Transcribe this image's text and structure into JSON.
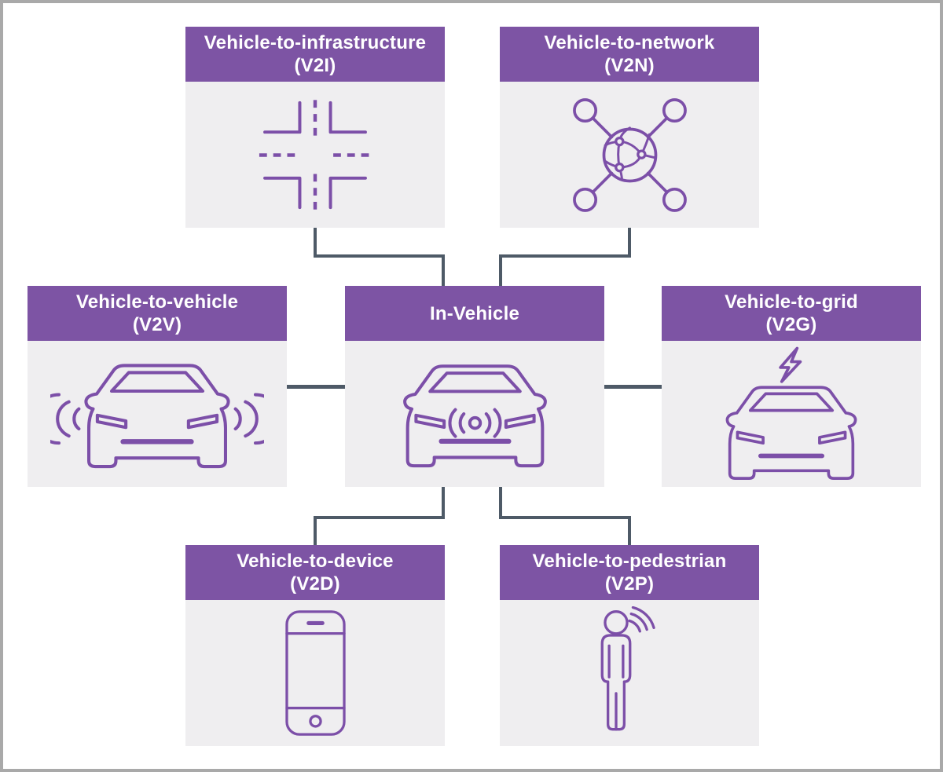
{
  "diagram": {
    "type": "v2x-communication-diagram",
    "colors": {
      "header_bg": "#7d54a4",
      "header_text": "#ffffff",
      "body_bg": "#efeef0",
      "icon_stroke": "#7c4fa8",
      "connector": "#4e5a67",
      "frame_border": "#a9a9a9",
      "page_bg": "#ffffff"
    },
    "nodes": {
      "v2i": {
        "line1": "Vehicle-to-infrastructure",
        "line2": "(V2I)",
        "icon": "road-intersection-icon"
      },
      "v2n": {
        "line1": "Vehicle-to-network",
        "line2": "(V2N)",
        "icon": "network-globe-icon"
      },
      "v2v": {
        "line1": "Vehicle-to-vehicle",
        "line2": "(V2V)",
        "icon": "car-broadcast-icon"
      },
      "invehicle": {
        "line1": "In-Vehicle",
        "line2": "",
        "icon": "connected-car-icon"
      },
      "v2g": {
        "line1": "Vehicle-to-grid",
        "line2": "(V2G)",
        "icon": "car-lightning-icon"
      },
      "v2d": {
        "line1": "Vehicle-to-device",
        "line2": "(V2D)",
        "icon": "smartphone-icon"
      },
      "v2p": {
        "line1": "Vehicle-to-pedestrian",
        "line2": "(V2P)",
        "icon": "pedestrian-broadcast-icon"
      }
    },
    "connections": [
      [
        "v2i",
        "invehicle"
      ],
      [
        "v2n",
        "invehicle"
      ],
      [
        "v2v",
        "invehicle"
      ],
      [
        "v2g",
        "invehicle"
      ],
      [
        "v2d",
        "invehicle"
      ],
      [
        "v2p",
        "invehicle"
      ]
    ]
  }
}
